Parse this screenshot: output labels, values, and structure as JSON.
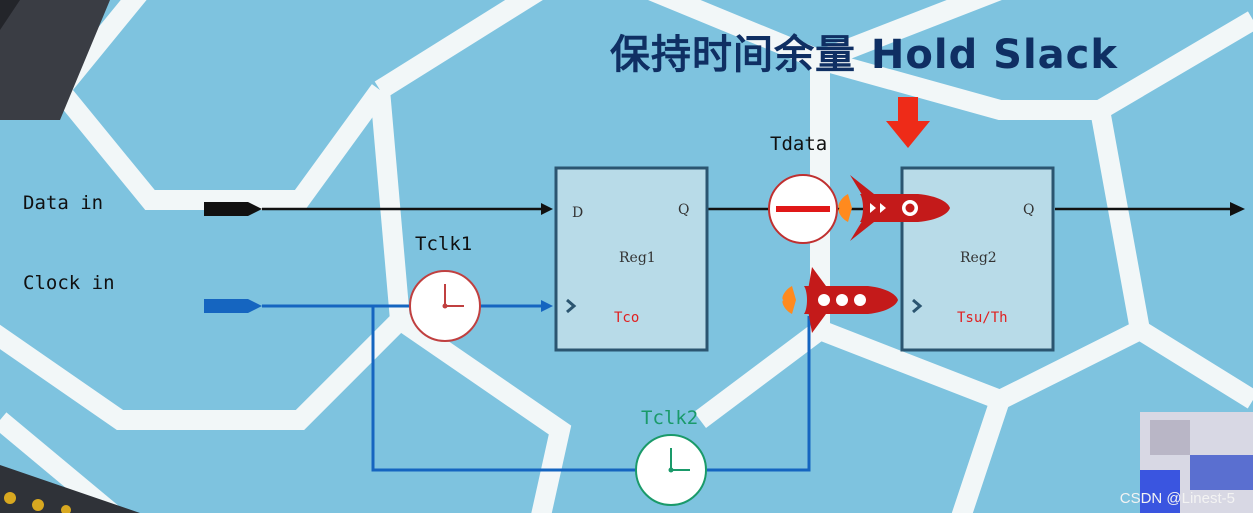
{
  "title": "保持时间余量 Hold Slack",
  "inputs": {
    "data_in": "Data in",
    "clock_in": "Clock in"
  },
  "delays": {
    "tclk1": "Tclk1",
    "tclk2": "Tclk2",
    "tdata": "Tdata"
  },
  "reg1": {
    "name": "Reg1",
    "d_pin": "D",
    "q_pin": "Q",
    "timing": "Tco"
  },
  "reg2": {
    "name": "Reg2",
    "q_pin": "Q",
    "timing": "Tsu/Th"
  },
  "colors": {
    "background": "#7ec3df",
    "hexagon_border": "#f2f7f8",
    "register_fill": "#b8dbe8",
    "register_border": "#2b5570",
    "data_line": "#111111",
    "clock_line": "#1565c0",
    "timing_red": "#e02020",
    "tclk2_green": "#1a9a6a",
    "title": "#0f2f63"
  },
  "icons": [
    "down-arrow-icon",
    "rocket-icon",
    "clock-icon",
    "delay-circle-icon",
    "clock-input-triangle-icon"
  ],
  "watermark": "CSDN @Linest-5"
}
